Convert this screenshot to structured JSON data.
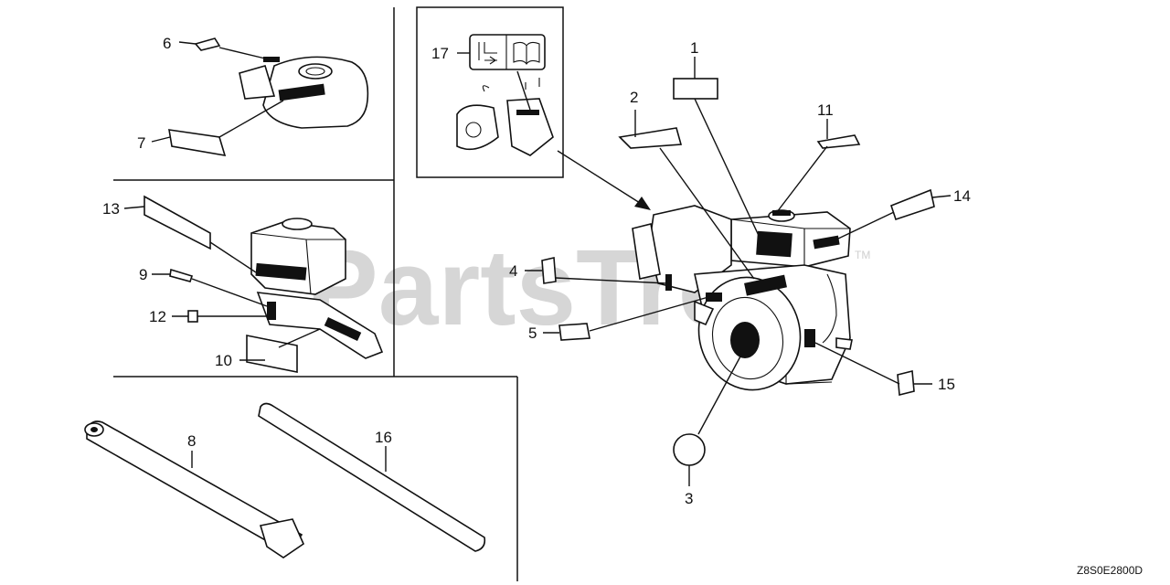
{
  "watermark": {
    "text": "PartsTree",
    "trademark": "TM"
  },
  "drawing_code": "Z8S0E2800D",
  "callouts": {
    "c1": "1",
    "c2": "2",
    "c3": "3",
    "c4": "4",
    "c5": "5",
    "c6": "6",
    "c7": "7",
    "c8": "8",
    "c9": "9",
    "c10": "10",
    "c11": "11",
    "c12": "12",
    "c13": "13",
    "c14": "14",
    "c15": "15",
    "c16": "16",
    "c17": "17"
  },
  "icons": [
    "caution-label-icon",
    "manual-book-icon"
  ],
  "colors": {
    "line": "#111111",
    "watermark": "#d6d6d6",
    "background": "#ffffff"
  }
}
